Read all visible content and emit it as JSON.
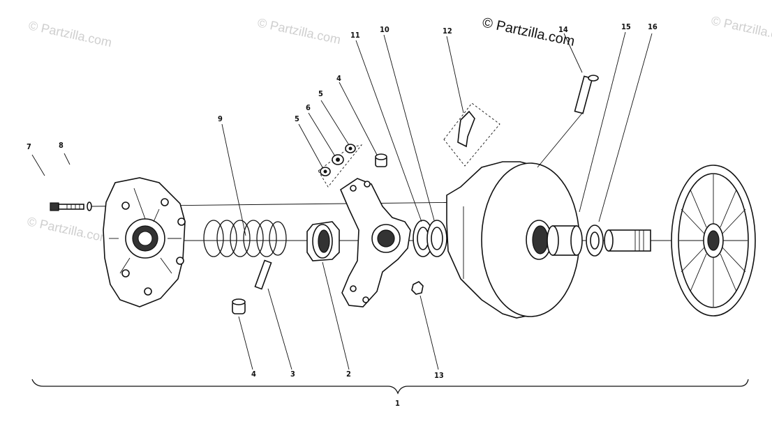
{
  "watermarks": {
    "main": "© Partzilla.com",
    "faint": "© Partzilla.com"
  },
  "callouts": {
    "c1": "1",
    "c2": "2",
    "c3": "3",
    "c4a": "4",
    "c4b": "4",
    "c5a": "5",
    "c5b": "5",
    "c6": "6",
    "c7": "7",
    "c8": "8",
    "c9": "9",
    "c10": "10",
    "c11": "11",
    "c12": "12",
    "c13": "13",
    "c14": "14",
    "c15": "15",
    "c16": "16"
  }
}
